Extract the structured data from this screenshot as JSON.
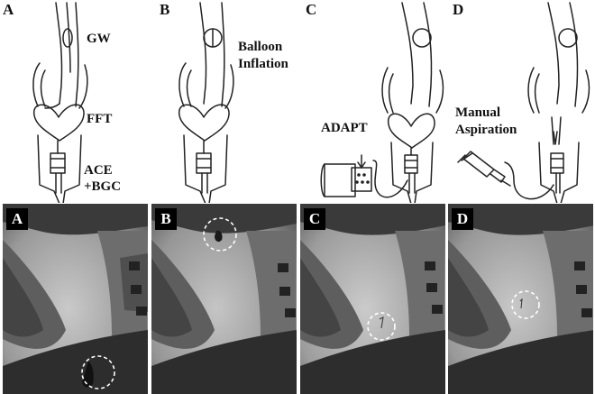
{
  "panels_top": [
    {
      "letter": "A",
      "labels": [
        "GW",
        "FFT",
        "ACE",
        "+BGC"
      ]
    },
    {
      "letter": "B",
      "labels": [
        "Balloon",
        "Inflation"
      ]
    },
    {
      "letter": "C",
      "labels": [
        "ADAPT"
      ]
    },
    {
      "letter": "D",
      "labels": [
        "Manual",
        "Aspiration"
      ]
    }
  ],
  "panels_bottom": [
    {
      "letter": "A"
    },
    {
      "letter": "B"
    },
    {
      "letter": "C"
    },
    {
      "letter": "D"
    }
  ]
}
